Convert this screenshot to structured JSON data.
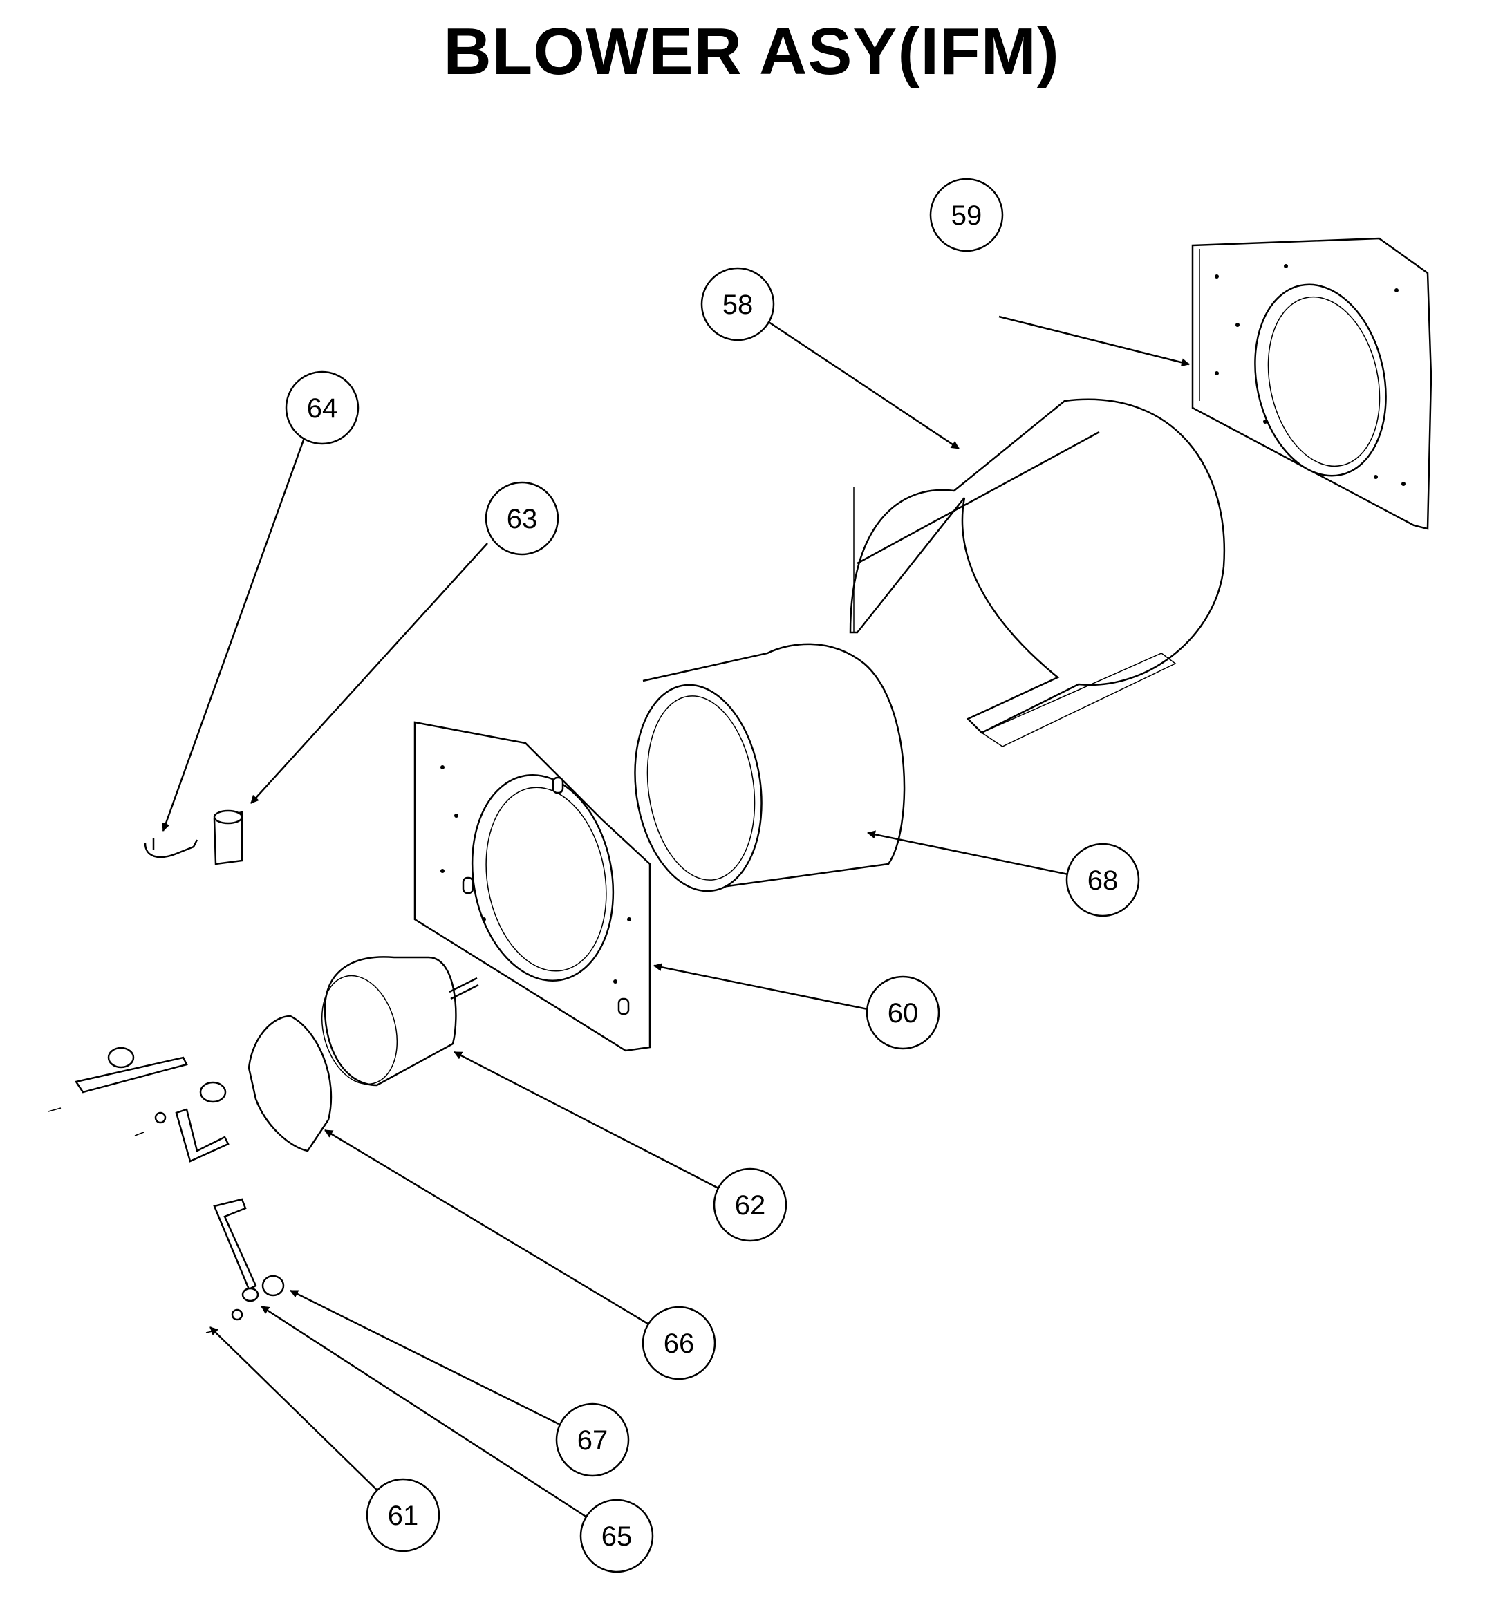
{
  "title": "BLOWER ASY(IFM)",
  "callouts": [
    {
      "id": "c58",
      "label": "58"
    },
    {
      "id": "c59",
      "label": "59"
    },
    {
      "id": "c60",
      "label": "60"
    },
    {
      "id": "c61",
      "label": "61"
    },
    {
      "id": "c62",
      "label": "62"
    },
    {
      "id": "c63",
      "label": "63"
    },
    {
      "id": "c64",
      "label": "64"
    },
    {
      "id": "c65",
      "label": "65"
    },
    {
      "id": "c66",
      "label": "66"
    },
    {
      "id": "c67",
      "label": "67"
    },
    {
      "id": "c68",
      "label": "68"
    }
  ]
}
